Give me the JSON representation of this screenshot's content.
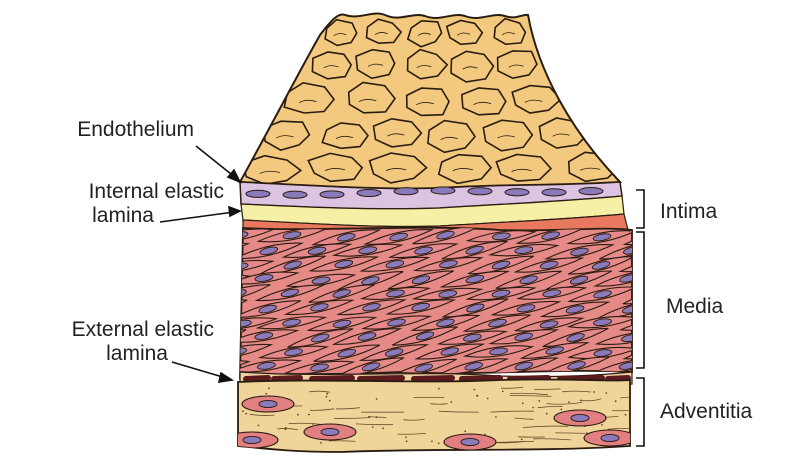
{
  "labels": {
    "endothelium": "Endothelium",
    "internal_elastic_line1": "Internal elastic",
    "internal_elastic_line2": "lamina",
    "external_elastic_line1": "External elastic",
    "external_elastic_line2": "lamina",
    "intima": "Intima",
    "media": "Media",
    "adventitia": "Adventitia"
  },
  "colors": {
    "endothelium_fill": "#f2c97e",
    "endothelium_stroke": "#2a1c10",
    "intima_elastic": "#f6f0a6",
    "intima_cells": "#dcc3e2",
    "nucleus": "#8a7ab9",
    "media_fill": "#e58a86",
    "media_cell": "#e6898b",
    "external_elastic": "#5a1a1e",
    "adventitia_fill": "#efd59a",
    "adventitia_cell": "#e27f80"
  }
}
